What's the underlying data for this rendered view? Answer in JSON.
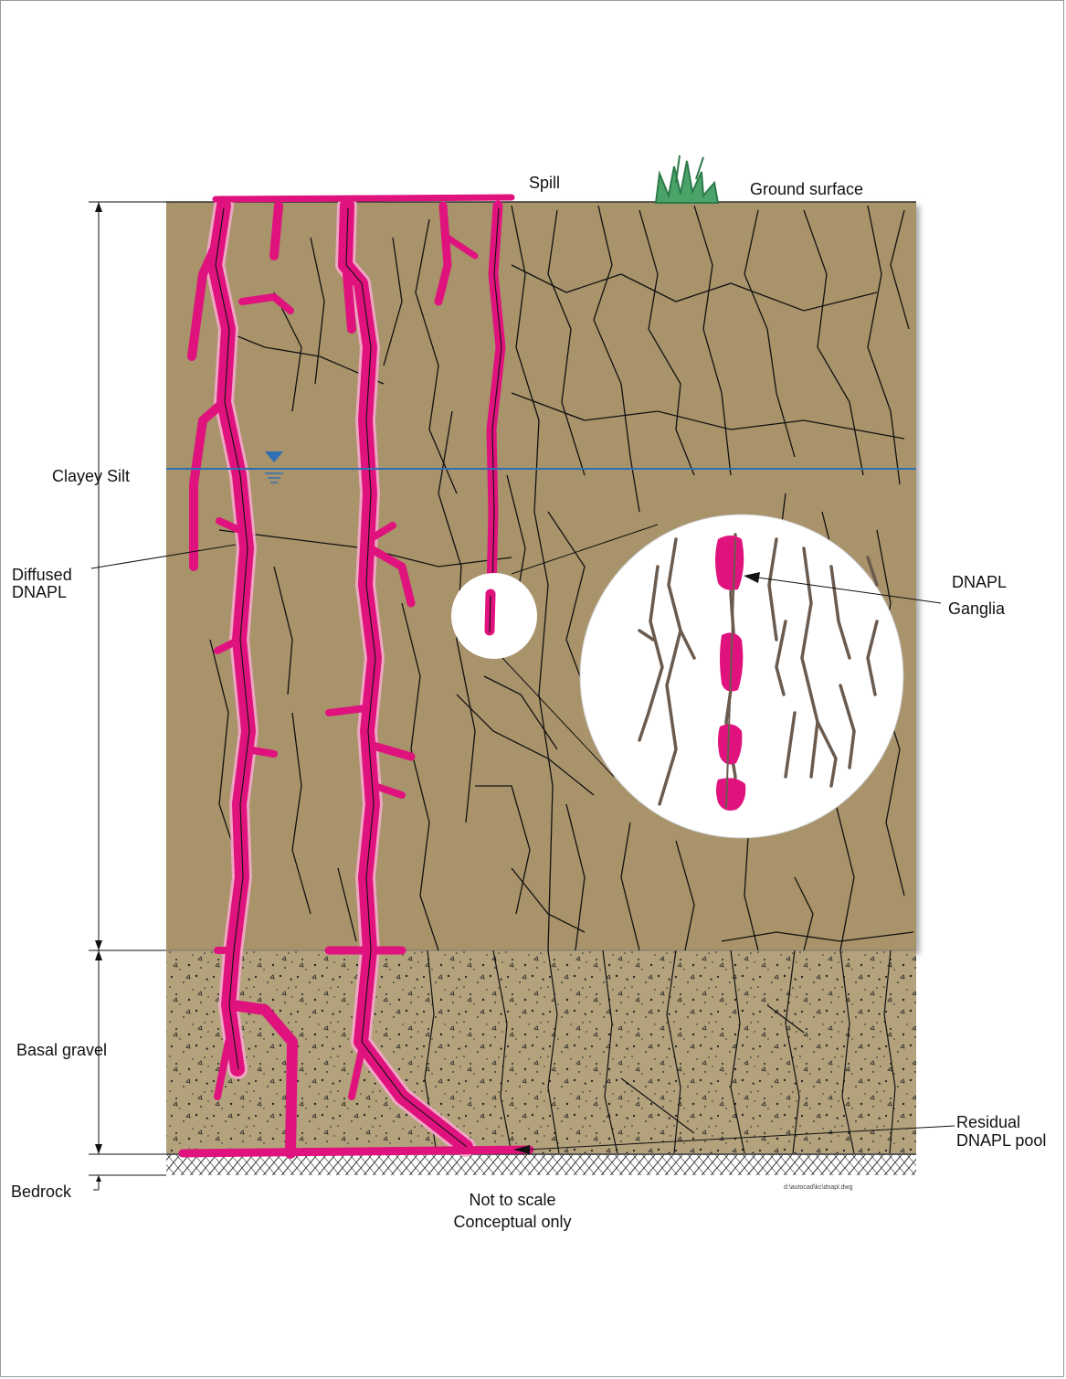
{
  "colors": {
    "clay": "#a8936a",
    "gravel": "#b3a27c",
    "dnapl": "#e0137e",
    "halo": "#f4a9cb",
    "water_table": "#2f6fb3",
    "bedrock_hatch": "#333333",
    "grass": "#4aa46a"
  },
  "labels": {
    "spill": "Spill",
    "ground_surface": "Ground surface",
    "clayey_silt": "Clayey Silt",
    "diffused_line1": "Diffused",
    "diffused_line2": "DNAPL",
    "dnapl": "DNAPL",
    "ganglia": "Ganglia",
    "basal_gravel": "Basal gravel",
    "residual_line1": "Residual",
    "residual_line2": "DNAPL pool",
    "bedrock": "Bedrock",
    "not_to_scale": "Not to scale",
    "conceptual_only": "Conceptual only",
    "file_path": "d:\\autocad\\kc\\dnapl.dwg"
  },
  "icons": {
    "water_table": "water-table-triangle-icon",
    "grass": "grass-tuft-icon"
  }
}
